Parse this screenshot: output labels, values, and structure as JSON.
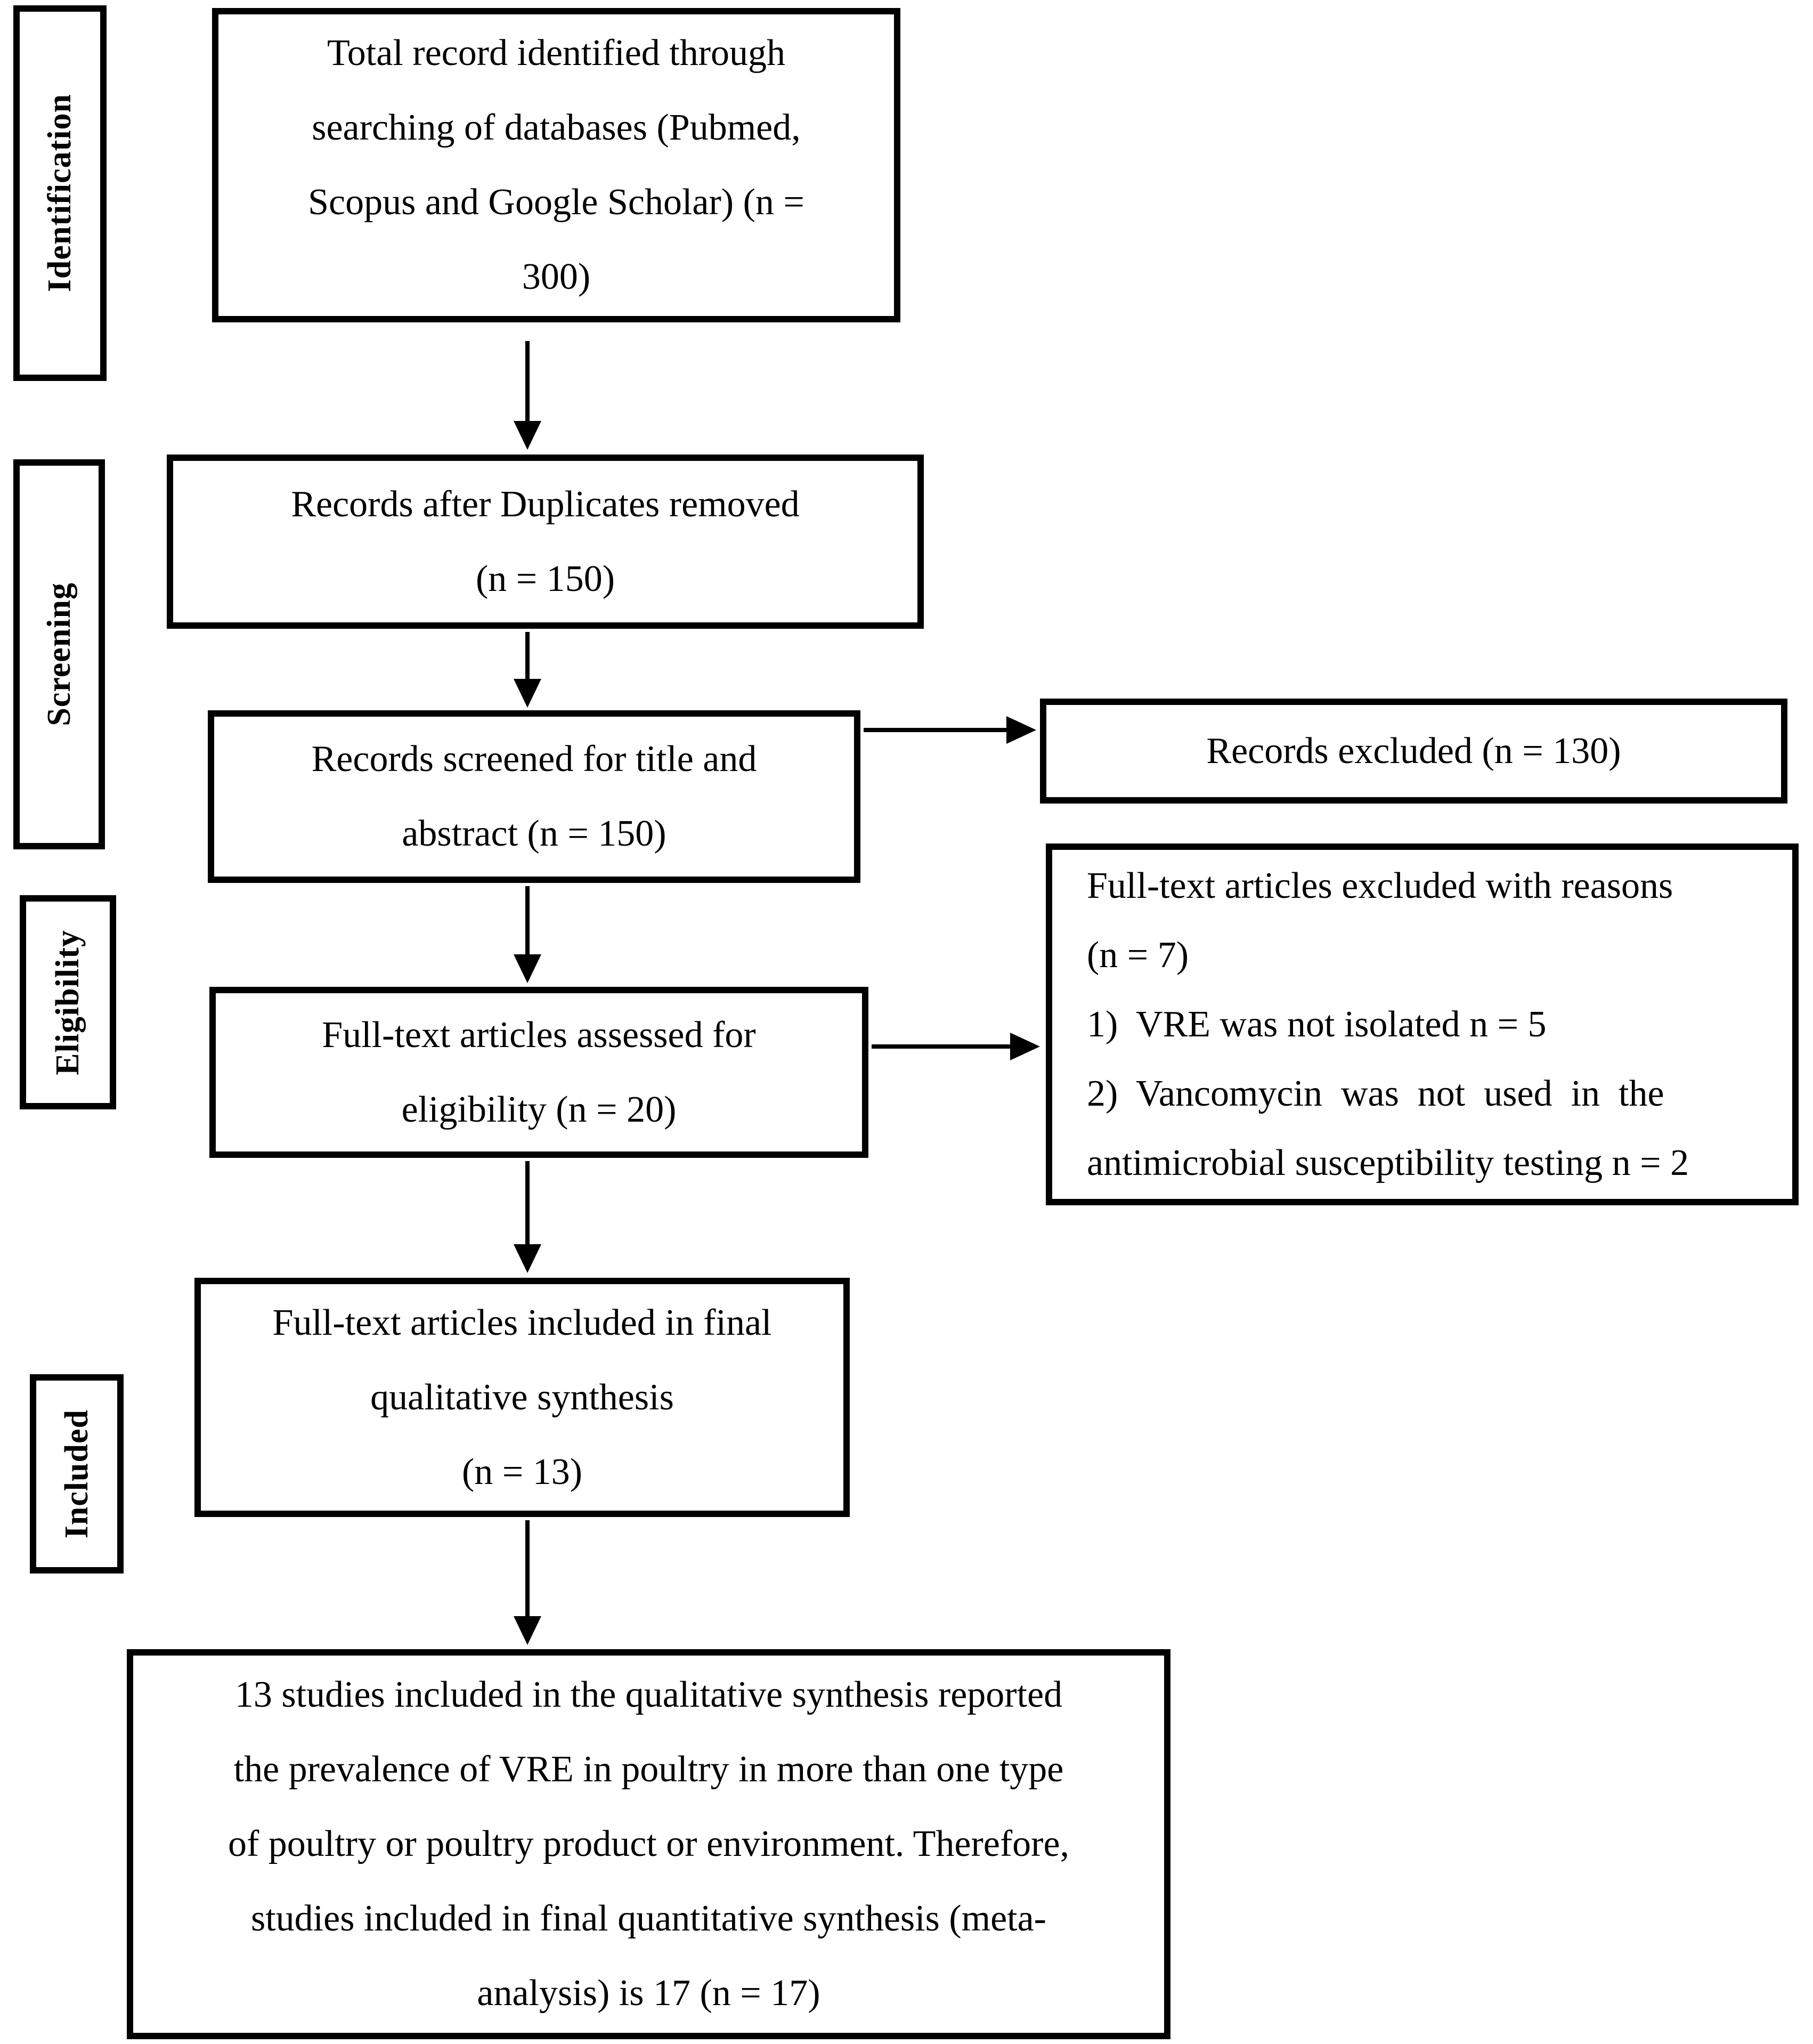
{
  "colors": {
    "border": "#000000",
    "text": "#000000",
    "background": "#ffffff"
  },
  "stages": [
    {
      "label": "Identification"
    },
    {
      "label": "Screening"
    },
    {
      "label": "Eligibility"
    },
    {
      "label": "Included"
    }
  ],
  "boxes": {
    "identified": "Total record identified through\nsearching of databases (Pubmed,\nScopus and Google Scholar) (n =\n300)",
    "after_duplicates": "Records after Duplicates removed\n(n = 150)",
    "screened": "Records screened for title and\nabstract (n = 150)",
    "records_excluded": "Records excluded (n = 130)",
    "fulltext_assessed": "Full-text articles assessed for\neligibility (n = 20)",
    "fulltext_excluded": "Full-text articles excluded with reasons\n(n = 7)\n1)  VRE was not isolated n = 5\n2)  Vancomycin  was  not  used  in  the\nantimicrobial susceptibility testing n = 2",
    "qualitative_included": "Full-text articles included in final\nqualitative synthesis\n(n = 13)",
    "final_note": "13 studies included in the qualitative synthesis reported\nthe prevalence of VRE in poultry in more than one type\nof poultry or poultry product or environment. Therefore,\nstudies included in final quantitative synthesis (meta-\nanalysis) is 17 (n = 17)"
  }
}
